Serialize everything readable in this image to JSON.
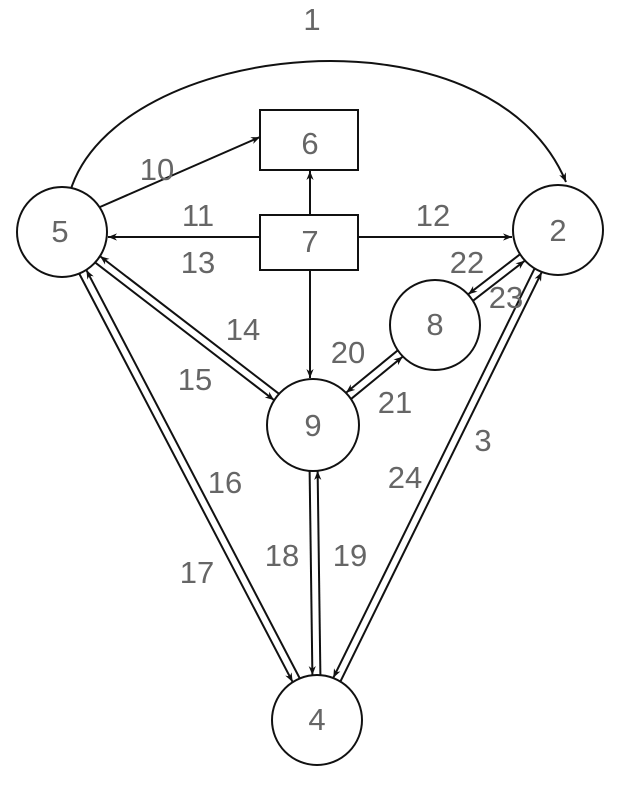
{
  "nodes": {
    "n2": "2",
    "n4": "4",
    "n5": "5",
    "n6": "6",
    "n7": "7",
    "n8": "8",
    "n9": "9"
  },
  "edges": {
    "e1": "1",
    "e3": "3",
    "e10": "10",
    "e11": "11",
    "e12": "12",
    "e13": "13",
    "e14": "14",
    "e15": "15",
    "e16": "16",
    "e17": "17",
    "e18": "18",
    "e19": "19",
    "e20": "20",
    "e21": "21",
    "e22": "22",
    "e23": "23",
    "e24": "24"
  }
}
